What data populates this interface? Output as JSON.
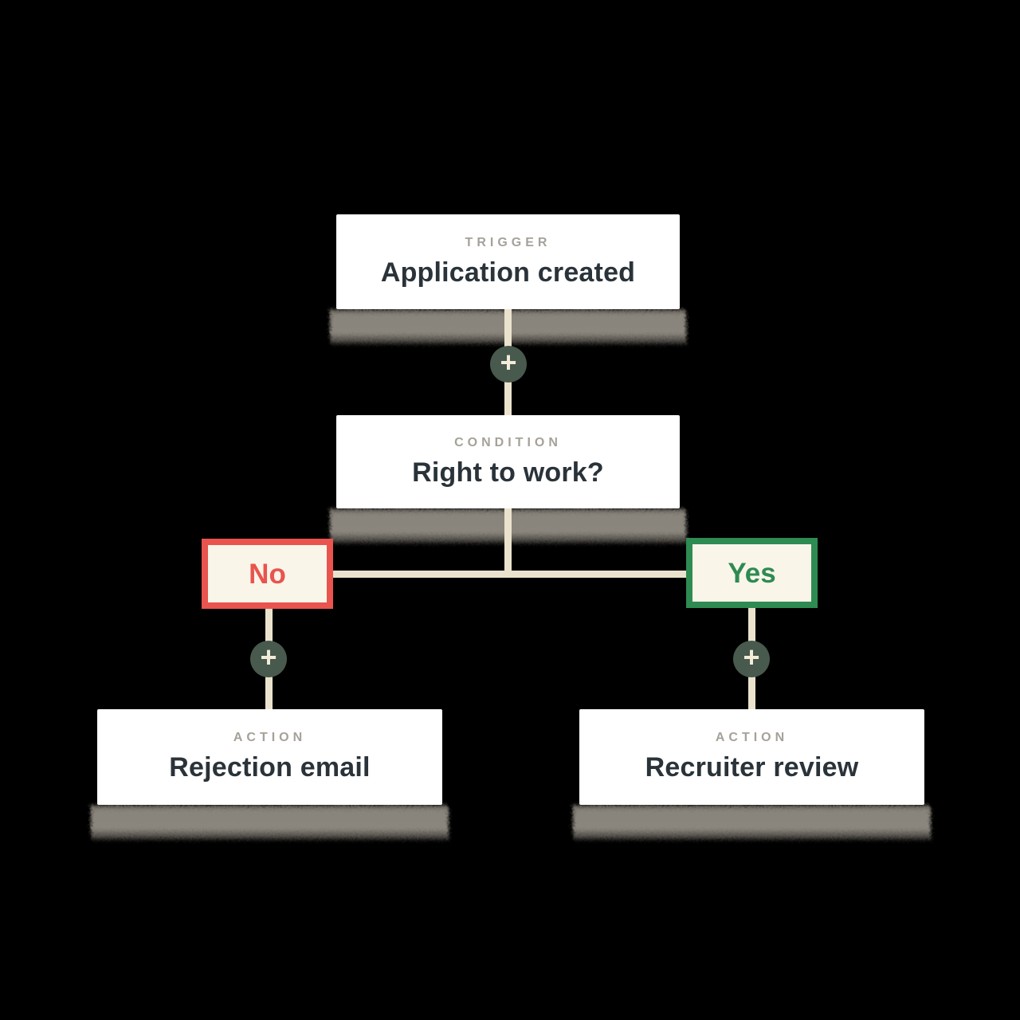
{
  "diagram": {
    "type": "workflow-flowchart",
    "nodes": {
      "trigger": {
        "kicker": "TRIGGER",
        "title": "Application created"
      },
      "condition": {
        "kicker": "CONDITION",
        "title": "Right to work?"
      },
      "branch_no": {
        "label": "No"
      },
      "branch_yes": {
        "label": "Yes"
      },
      "action_rejection": {
        "kicker": "ACTION",
        "title": "Rejection email"
      },
      "action_review": {
        "kicker": "ACTION",
        "title": "Recruiter review"
      }
    }
  },
  "icons": {
    "plus": "+"
  },
  "colors": {
    "background": "#000000",
    "card_background": "#ffffff",
    "kicker_text": "#a6a199",
    "title_text": "#2a3339",
    "connector": "#eae2cc",
    "plus_button": "#48594d",
    "plus_glyph": "#f2ecd9",
    "branch_fill": "#faf5e9",
    "no_accent": "#e9544e",
    "yes_accent": "#2e8b52",
    "shadow": "#8b867d"
  }
}
